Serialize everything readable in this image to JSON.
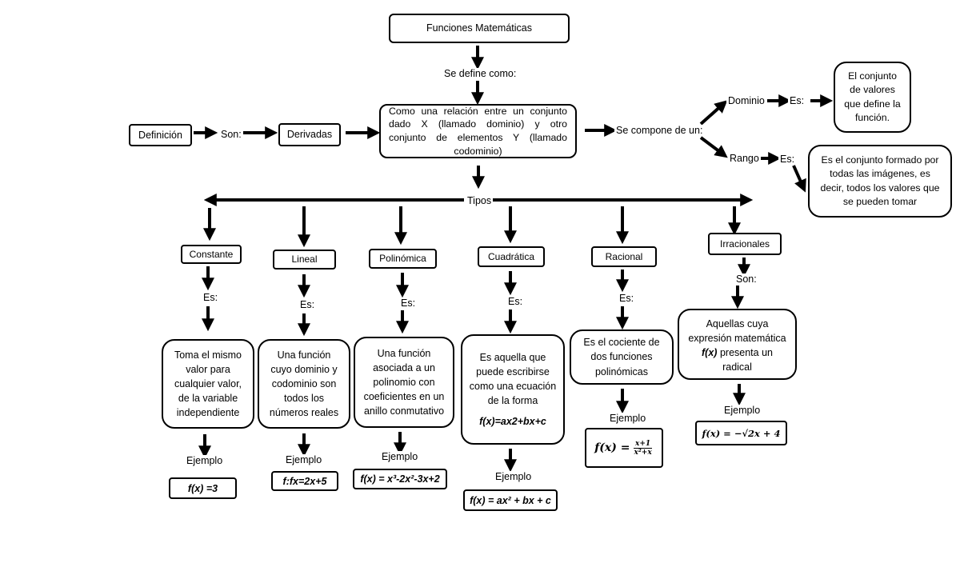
{
  "title": "Funciones Matemáticas",
  "se_define": "Se define como:",
  "definicion": "Definición",
  "son": "Son:",
  "derivadas": "Derivadas",
  "relacion": "Como una relación entre un conjunto dado X (llamado dominio) y otro conjunto de elementos Y (llamado codominio)",
  "se_compone": "Se compone de un:",
  "dominio": {
    "label": "Dominio",
    "es": "Es:",
    "text": "El conjunto de valores que define la función."
  },
  "rango": {
    "label": "Rango",
    "es": "Es:",
    "text": "Es el conjunto formado por todas las imágenes, es decir, todos los valores que se pueden tomar"
  },
  "tipos": "Tipos",
  "types": [
    {
      "name": "Constante",
      "es": "Es:",
      "desc": "Toma el mismo valor para cualquier valor, de la variable independiente",
      "ejemplo": "Ejemplo",
      "example": "f(x) =3"
    },
    {
      "name": "Lineal",
      "es": "Es:",
      "desc": "Una función cuyo dominio y codominio son todos los números reales",
      "ejemplo": "Ejemplo",
      "example": "f:fx=2x+5"
    },
    {
      "name": "Polinómica",
      "es": "Es:",
      "desc": "Una función asociada a un polinomio con coeficientes en un anillo conmutativo",
      "ejemplo": "Ejemplo",
      "example": "f(x) = x³-2x²-3x+2"
    },
    {
      "name": "Cuadrática",
      "es": "Es:",
      "desc": "Es aquella que puede escribirse como una ecuación de la forma",
      "formula": "f(x)=ax2+bx+c",
      "ejemplo": "Ejemplo",
      "example": "f(x) = ax² + bx + c"
    },
    {
      "name": "Racional",
      "es": "Es:",
      "desc": "Es el cociente de dos funciones polinómicas",
      "ejemplo": "Ejemplo",
      "example_lhs": "f(x) =",
      "example_num": "x+1",
      "example_den": "x²+x"
    },
    {
      "name": "Irracionales",
      "es": "Son:",
      "desc_1": "Aquellas cuya expresión matemática",
      "desc_fx": "f(x)",
      "desc_2": "presenta un radical",
      "ejemplo": "Ejemplo",
      "example": "f(x) = −√2x + 4"
    }
  ]
}
